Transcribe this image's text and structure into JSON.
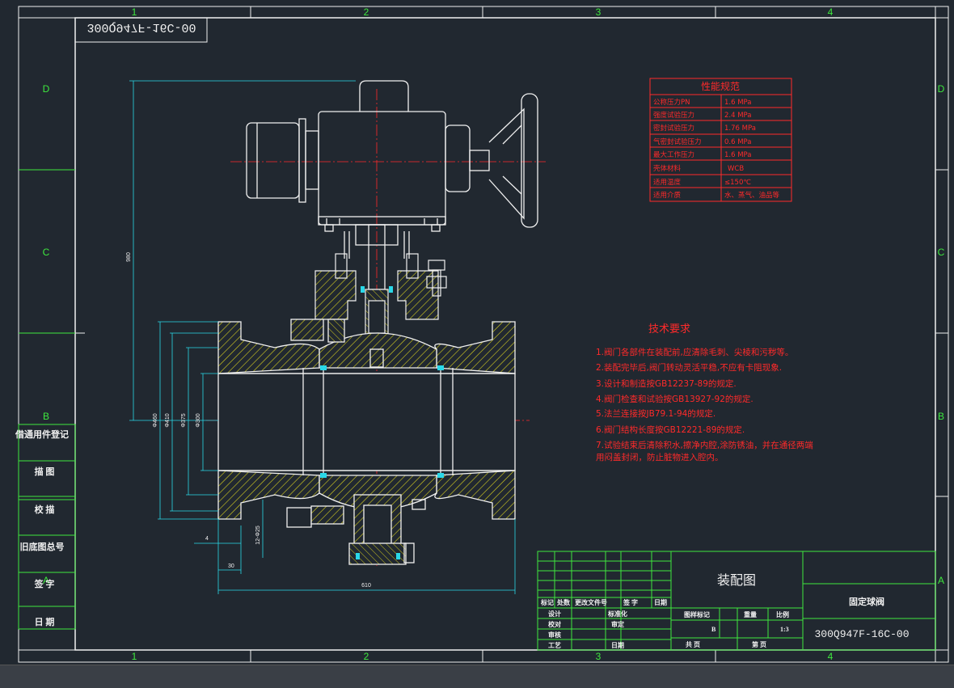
{
  "colors": {
    "background": "#212830",
    "frame": "#f0f0f0",
    "grid": "#3ee83e",
    "red": "#ff2a2a",
    "hatch": "#d8d020",
    "cyan": "#2ad8e8"
  },
  "border": {
    "col_labels": [
      "1",
      "2",
      "3",
      "4"
    ],
    "row_labels": [
      "D",
      "C",
      "B",
      "A"
    ]
  },
  "drawing_number_mirrored": "300Q947F-16C-00",
  "performance_table": {
    "title": "性能规范",
    "rows": [
      {
        "label": "公称压力PN",
        "value": "1.6  MPa"
      },
      {
        "label": "强度试验压力",
        "value": "2.4  MPa"
      },
      {
        "label": "密封试验压力",
        "value": "1.76  MPa"
      },
      {
        "label": "气密封试验压力",
        "value": "0.6  MPa"
      },
      {
        "label": "最大工作压力",
        "value": "1.6  MPa"
      },
      {
        "label": "壳体材料",
        "value": "WCB"
      },
      {
        "label": "适用温度",
        "value": "≤150℃"
      },
      {
        "label": "适用介质",
        "value": "水、蒸气、油品等"
      }
    ]
  },
  "tech_requirements": {
    "title": "技术要求",
    "items": [
      "1.阀门各部件在装配前,应清除毛刺、尖棱和污秽等。",
      "2.装配完毕后,阀门转动灵活平稳,不应有卡阻现象.",
      "3.设计和制造按GB12237-89的规定.",
      "4.阀门检查和试验按GB13927-92的规定.",
      "5.法兰连接按JB79.1-94的规定.",
      "6.阀门结构长度按GB12221-89的规定.",
      "7.试验结束后清除积水,擦净内腔,涂防锈油，并在通径两端",
      "用闷盖封闭，防止脏物进入腔内。"
    ]
  },
  "dimensions": {
    "height": "980",
    "d1": "Φ460",
    "d2": "Φ410",
    "d3": "Φ375",
    "d4": "Φ300",
    "bolt": "12-Φ25",
    "t1": "4",
    "t2": "30",
    "length": "610"
  },
  "left_strip": [
    "借通用件登记",
    "描  图",
    "校  描",
    "旧底图总号",
    "签  字",
    "日  期"
  ],
  "title_block": {
    "drawing_type": "装配图",
    "name": "固定球阀",
    "number": "300Q947F-16C-00",
    "header_labels": [
      "标记",
      "处数",
      "更改文件号",
      "签  字",
      "日期"
    ],
    "role_labels": [
      "设计",
      "校对",
      "审核",
      "工艺"
    ],
    "role_labels2": [
      "标准化",
      "审定",
      "日期"
    ],
    "meta_headers": [
      "图样标记",
      "重量",
      "比例"
    ],
    "mark": "B",
    "scale": "1:3",
    "sheets": [
      "共     页",
      "第     页"
    ]
  }
}
